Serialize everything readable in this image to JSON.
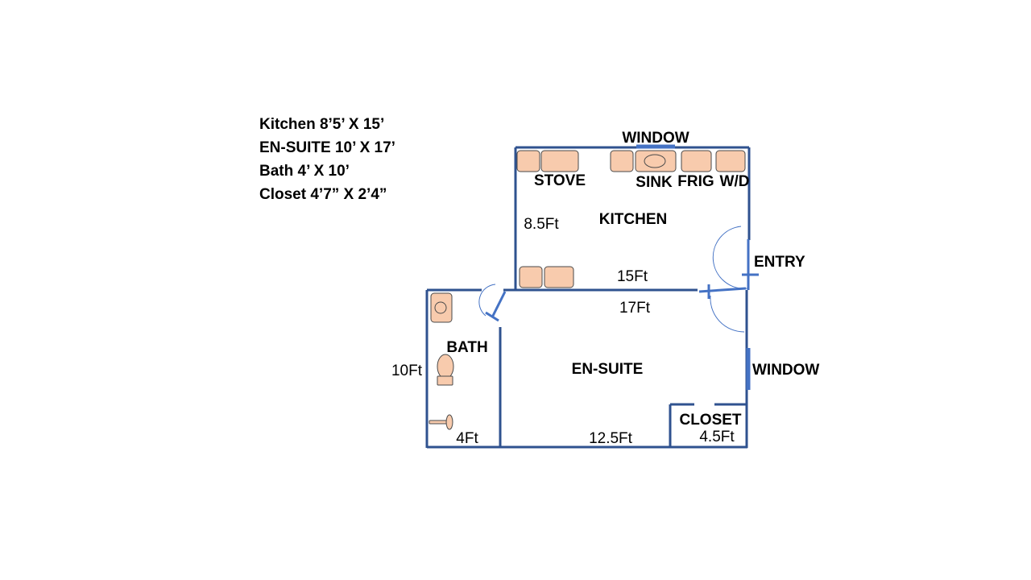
{
  "legend": {
    "kitchen": "Kitchen 8’5’ X 15’",
    "ensuite": "EN-SUITE 10’ X 17’",
    "bath": "Bath 4’ X 10’",
    "closet": "Closet 4’7” X 2’4”"
  },
  "plan": {
    "rooms": {
      "kitchen": "KITCHEN",
      "ensuite": "EN-SUITE",
      "bath": "BATH",
      "closet": "CLOSET"
    },
    "fixtures": {
      "stove": "STOVE",
      "sink": "SINK",
      "fridge": "FRIG",
      "washer_dryer": "W/D"
    },
    "openings": {
      "window_top": "WINDOW",
      "window_right": "WINDOW",
      "entry": "ENTRY"
    },
    "dimensions": {
      "kitchen_height": "8.5Ft",
      "kitchen_width": "15Ft",
      "ensuite_top": "17Ft",
      "ensuite_bottom": "12.5Ft",
      "bath_height": "10Ft",
      "bath_width": "4Ft",
      "closet_width": "4.5Ft"
    },
    "colors": {
      "wall": "#2f528f",
      "fixture": "#f8cbad",
      "door": "#4472c4"
    }
  }
}
